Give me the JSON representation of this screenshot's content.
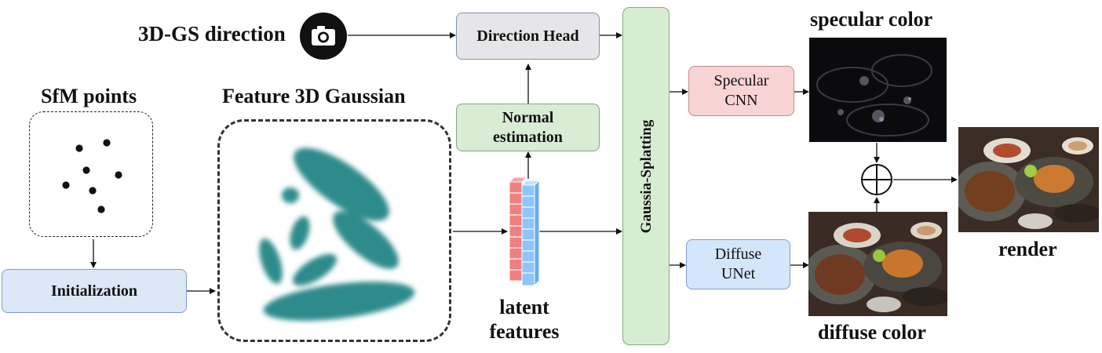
{
  "labels": {
    "direction_input": "3D-GS direction",
    "sfm_points": "SfM points",
    "feature_gaussian": "Feature 3D Gaussian",
    "latent_features": "latent\nfeatures",
    "specular_color": "specular color",
    "diffuse_color": "diffuse color",
    "render": "render"
  },
  "blocks": {
    "initialization": "Initialization",
    "direction_head": "Direction Head",
    "normal_estimation": "Normal\nestimation",
    "splatting": "Gaussia-Splatting",
    "specular_cnn": "Specular\nCNN",
    "diffuse_unet": "Diffuse\nUNet"
  },
  "icons": {
    "camera": "camera-icon",
    "combine": "circled-plus-icon"
  },
  "colors": {
    "init_fill": "#dce8f7",
    "direction_head_fill": "#e6e6e8",
    "normal_fill": "#d9ecd4",
    "splatting_fill": "#d7edd2",
    "specular_fill": "#f8d4d4",
    "diffuse_fill": "#d3e6fb",
    "gaussian_teal": "#2e8b8b",
    "feature_red": "#f08080",
    "feature_blue": "#8ec5ff"
  }
}
